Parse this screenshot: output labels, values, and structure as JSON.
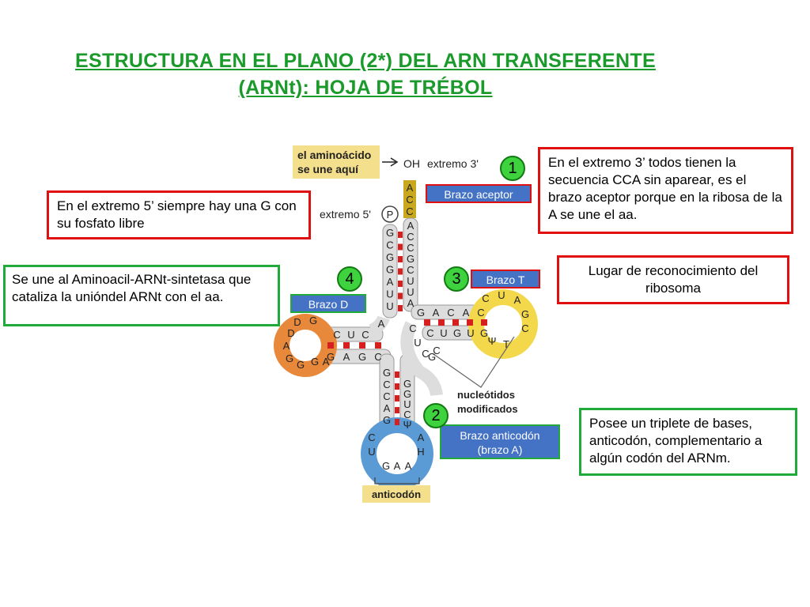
{
  "title": {
    "line1": "ESTRUCTURA EN EL PLANO (2*) DEL ARN TRANSFERENTE",
    "line2": "(ARNt): HOJA DE TRÉBOL"
  },
  "boxes": {
    "extremo5": "En el extremo 5’ siempre hay una G con su fosfato libre",
    "extremo3": "En el extremo 3’ todos tienen la secuencia CCA sin aparear, es el brazo aceptor porque en la ribosa de la A se une el aa.",
    "sintetasa": "Se une al Aminoacil-ARNt-sintetasa que cataliza la unióndel ARNt con el aa.",
    "ribosoma": "Lugar  de reconocimiento del ribosoma",
    "triplete": "Posee un triplete de bases, anticodón, complementario a algún codón del ARNm."
  },
  "tags": {
    "aceptor": "Brazo aceptor",
    "t": "Brazo T",
    "d": "Brazo D",
    "anticodon_1": "Brazo anticodón",
    "anticodon_2": "(brazo A)"
  },
  "numbers": {
    "n1": "1",
    "n2": "2",
    "n3": "3",
    "n4": "4"
  },
  "diagram": {
    "aminoacido_1": "el aminoácido",
    "aminoacido_2": "se une aquí",
    "oh": "OH",
    "extremo3": "extremo 3'",
    "extremo5": "extremo 5'",
    "fosfato": "P",
    "nucleotidos_1": "nucleótidos",
    "nucleotidos_2": "modificados",
    "anticodon": "anticodón",
    "acceptor_3p": [
      "A",
      "C",
      "C"
    ],
    "acceptor_left": [
      "G",
      "C",
      "G",
      "G",
      "A",
      "U",
      "U"
    ],
    "acceptor_right": [
      "A",
      "C",
      "C",
      "G",
      "C",
      "U",
      "U",
      "A"
    ],
    "t_top": [
      "G",
      "A",
      "C",
      "A",
      "C"
    ],
    "t_bottom": [
      "C",
      "U",
      "G",
      "U",
      "G"
    ],
    "t_loop": [
      "C",
      "U",
      "A",
      "G",
      "C",
      "T",
      "Ψ"
    ],
    "d_top": [
      "C",
      "U",
      "C"
    ],
    "d_bottom": [
      "G",
      "A",
      "G",
      "C"
    ],
    "d_loop": [
      "D",
      "D",
      "G",
      "A",
      "G",
      "G",
      "G",
      "A"
    ],
    "ac_left": [
      "G",
      "C",
      "C",
      "A",
      "G"
    ],
    "ac_right": [
      "G",
      "G",
      "U",
      "C",
      "Ψ"
    ],
    "ac_loop": [
      "C",
      "U",
      "G",
      "A",
      "A",
      "A",
      "H"
    ],
    "extra": [
      "A",
      "C",
      "U",
      "C",
      "G",
      "C"
    ],
    "colors": {
      "acceptor": "#c8a81e",
      "t_loop": "#f2d84a",
      "d_loop": "#e8883a",
      "ac_loop": "#5b9bd5",
      "pair": "#d62020",
      "stem": "#dddddd"
    }
  }
}
